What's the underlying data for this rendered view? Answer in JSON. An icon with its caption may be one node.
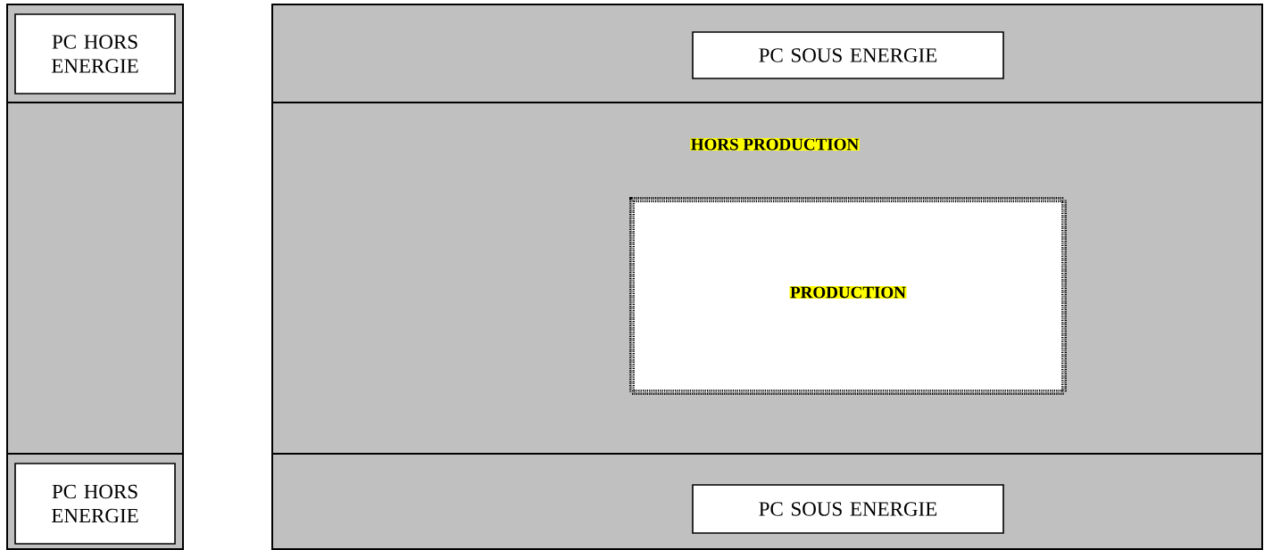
{
  "diagram": {
    "nodes": [
      {
        "text": [],
        "shape": "box"
      },
      {
        "text": [
          "PC HORS ENERGIE"
        ],
        "in": 0
      },
      {
        "text": [],
        "shape": "box"
      },
      {
        "text": [
          "PC SOUS ENERGIE"
        ],
        "in": 2
      },
      {
        "text": [],
        "shape": "box"
      },
      {
        "text": [
          "HORS PRODUCTION"
        ]
      },
      {
        "text": [
          "PRODUCTION"
        ],
        "in": 5
      },
      {
        "text": [],
        "shape": "box"
      },
      {
        "text": [
          "PC HORS ENERGIE"
        ],
        "in": 7
      },
      {
        "text": [],
        "shape": "box"
      },
      {
        "text": [
          "PC SOUS ENERGIE"
        ],
        "in": 9
      }
    ]
  }
}
